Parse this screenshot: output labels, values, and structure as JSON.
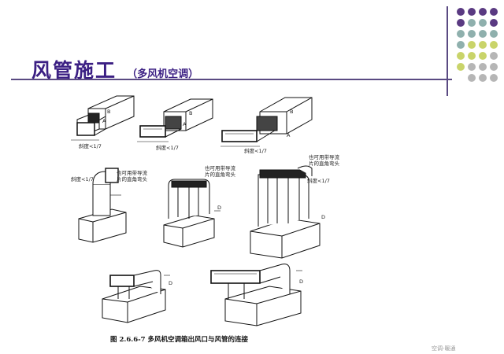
{
  "slide": {
    "title": "风管施工",
    "subtitle": "（多风机空调）"
  },
  "figure": {
    "labels": {
      "slope": "斜度<1/7",
      "slope2": "斜度<1/7",
      "slope3": "斜度<1/7",
      "slope4": "斜度<1/7",
      "slope5": "斜度<1/7",
      "note1": [
        "也可用带导流",
        "片的直角弯头"
      ],
      "note2": [
        "也可用带导流",
        "片的直角弯头"
      ],
      "note3": [
        "也可用带导流",
        "片的直角弯头"
      ],
      "a": "A",
      "b": "B",
      "d": "D"
    },
    "caption": "图 2.6.6-7  多风机空调箱出风口与风管的连接"
  },
  "watermark": "空调-暖通",
  "colors": {
    "accent": "#3b1f83",
    "dot_purple": "#5a3a82",
    "dot_teal": "#8fb0ad",
    "dot_lime": "#c9d46a",
    "dot_gray": "#b6b6b6"
  }
}
